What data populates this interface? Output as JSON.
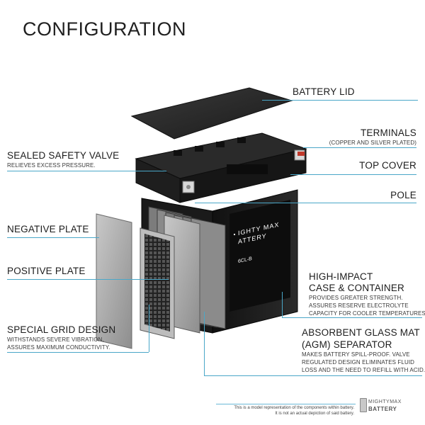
{
  "title": "CONFIGURATION",
  "labels": {
    "battery_lid": "BATTERY LID",
    "terminals": "TERMINALS",
    "terminals_sub": "(COPPER AND SILVER PLATED)",
    "sealed_valve": "SEALED SAFETY VALVE",
    "sealed_valve_sub": "RELIEVES EXCESS PRESSURE.",
    "top_cover": "TOP COVER",
    "pole": "POLE",
    "negative_plate": "NEGATIVE PLATE",
    "positive_plate": "POSITIVE PLATE",
    "high_impact_1": "HIGH-IMPACT",
    "high_impact_2": "CASE & CONTAINER",
    "high_impact_sub_1": "PROVIDES GREATER STRENGTH.",
    "high_impact_sub_2": "ASSURES RESERVE ELECTROLYTE",
    "high_impact_sub_3": "CAPACITY FOR COOLER TEMPERATURES.",
    "grid_design": "SPECIAL GRID DESIGN",
    "grid_sub_1": "WITHSTANDS SEVERE VIBRATION,",
    "grid_sub_2": "ASSURES MAXIMUM CONDUCTIVITY.",
    "agm_1": "ABSORBENT GLASS MAT",
    "agm_2": "(AGM) SEPARATOR",
    "agm_sub_1": "MAKES BATTERY SPILL-PROOF. VALVE",
    "agm_sub_2": "REGULATED DESIGN ELIMINATES FLUID",
    "agm_sub_3": "LOSS AND THE NEED TO REFILL WITH ACID."
  },
  "battery_label": {
    "brand_line_1": "IGHTY MAX",
    "brand_line_2": "ATTERY",
    "model": "6CL-B"
  },
  "footer": {
    "line_1": "This is a model representation of the components within battery.",
    "line_2": "It is not an actual depiction of said battery."
  },
  "logo": {
    "line_1": "MIGHTYMAX",
    "line_2": "BATTERY"
  },
  "colors": {
    "leader": "#4aa7c8",
    "battery_body": "#1b1b1b",
    "plate": "#9a9a9a",
    "terminal_red": "#c0392b"
  }
}
